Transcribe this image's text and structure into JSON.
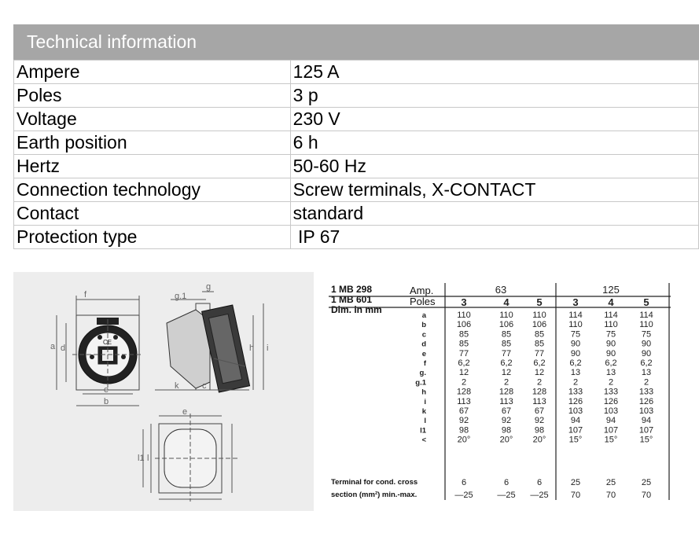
{
  "header": {
    "title": "Technical information"
  },
  "specs": [
    {
      "key": "Ampere",
      "value": "125 A"
    },
    {
      "key": "Poles",
      "value": "3 p"
    },
    {
      "key": "Voltage",
      "value": "230 V"
    },
    {
      "key": "Earth position",
      "value": "6 h"
    },
    {
      "key": "Hertz",
      "value": "50-60 Hz"
    },
    {
      "key": "Connection technology",
      "value": "Screw terminals, X-CONTACT"
    },
    {
      "key": "Contact",
      "value": "standard"
    },
    {
      "key": "Protection type",
      "value": " IP 67"
    }
  ],
  "drawing": {
    "labels": [
      "a",
      "b",
      "c",
      "d",
      "e",
      "f",
      "g",
      "g.1",
      "h",
      "i",
      "k",
      "l",
      "l1"
    ],
    "ce_mark": "CE"
  },
  "dimensions": {
    "products": [
      "1 MB 298",
      "1 MB 601"
    ],
    "amp_label": "Amp.",
    "poles_label": "Poles",
    "dim_label": "Dim. in mm",
    "amps": [
      "63",
      "125"
    ],
    "poles": [
      "3",
      "4",
      "5",
      "3",
      "4",
      "5"
    ],
    "rows": [
      {
        "label": "a",
        "values": [
          "110",
          "110",
          "110",
          "114",
          "114",
          "114"
        ]
      },
      {
        "label": "b",
        "values": [
          "106",
          "106",
          "106",
          "110",
          "110",
          "110"
        ]
      },
      {
        "label": "c",
        "values": [
          "85",
          "85",
          "85",
          "75",
          "75",
          "75"
        ]
      },
      {
        "label": "d",
        "values": [
          "85",
          "85",
          "85",
          "90",
          "90",
          "90"
        ]
      },
      {
        "label": "e",
        "values": [
          "77",
          "77",
          "77",
          "90",
          "90",
          "90"
        ]
      },
      {
        "label": "f",
        "values": [
          "6,2",
          "6,2",
          "6,2",
          "6,2",
          "6,2",
          "6,2"
        ]
      },
      {
        "label": "g.",
        "values": [
          "12",
          "12",
          "12",
          "13",
          "13",
          "13"
        ]
      },
      {
        "label": "g.1",
        "values": [
          "2",
          "2",
          "2",
          "2",
          "2",
          "2"
        ]
      },
      {
        "label": "h",
        "values": [
          "128",
          "128",
          "128",
          "133",
          "133",
          "133"
        ]
      },
      {
        "label": "i",
        "values": [
          "113",
          "113",
          "113",
          "126",
          "126",
          "126"
        ]
      },
      {
        "label": "k",
        "values": [
          "67",
          "67",
          "67",
          "103",
          "103",
          "103"
        ]
      },
      {
        "label": "l",
        "values": [
          "92",
          "92",
          "92",
          "94",
          "94",
          "94"
        ]
      },
      {
        "label": "l1",
        "values": [
          "98",
          "98",
          "98",
          "107",
          "107",
          "107"
        ]
      },
      {
        "label": "<",
        "values": [
          "20°",
          "20°",
          "20°",
          "15°",
          "15°",
          "15°"
        ]
      }
    ],
    "terminal_label_1": "Terminal for cond. cross",
    "terminal_label_2": "section (mm²) min.-max.",
    "terminal_min": [
      "6",
      "6",
      "6",
      "25",
      "25",
      "25"
    ],
    "terminal_max": [
      "—25",
      "—25",
      "—25",
      "70",
      "70",
      "70"
    ]
  }
}
